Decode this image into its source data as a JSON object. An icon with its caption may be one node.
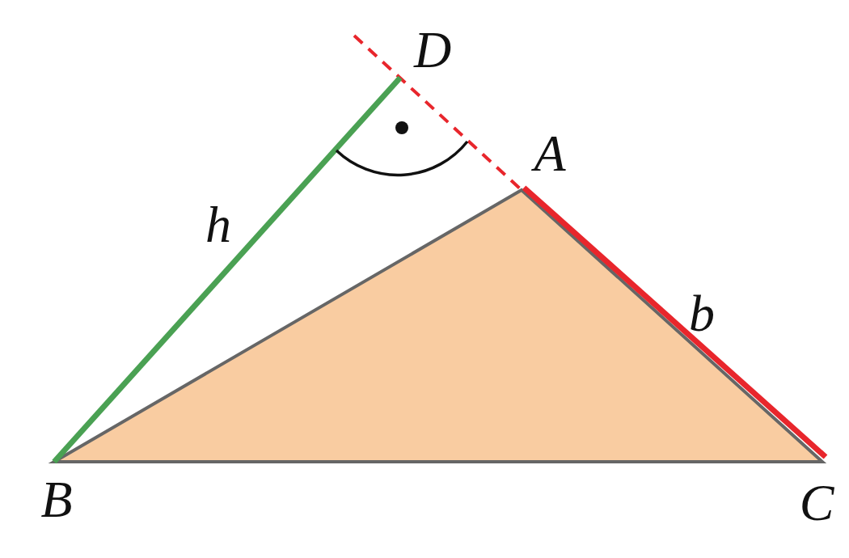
{
  "diagram": {
    "labels": [
      "D",
      "A",
      "h",
      "b",
      "B",
      "C"
    ]
  }
}
